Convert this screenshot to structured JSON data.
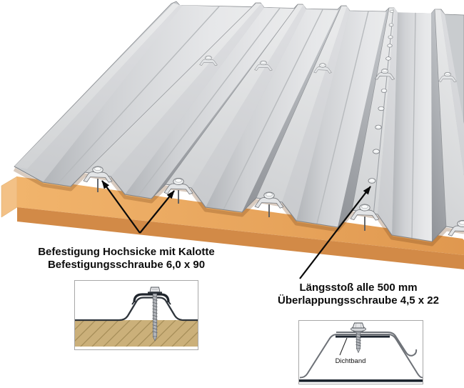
{
  "diagram": {
    "title_context": "Trapezoidal roof sheet fastening diagram",
    "labels": {
      "kalotte_line1": "Befestigung Hochsicke mit Kalotte",
      "kalotte_line2": "Befestigungsschraube 6,0 x 90",
      "seam_line1": "Längsstoß alle 500 mm",
      "seam_line2": "Überlappungsschraube 4,5 x 22"
    },
    "detail_overlap": {
      "sealing_tape_label": "Dichtband"
    },
    "colors": {
      "sheet_light": "#e8e9ea",
      "sheet_mid": "#cdd0d3",
      "sheet_dark": "#8f9297",
      "wood_top": "#eca75f",
      "wood_front": "#d28a47",
      "wood_end": "#f3c186",
      "detail_wood": "#cbb07a",
      "detail_hatch": "#a58d58",
      "profile_line": "#2f353c",
      "seal_navy": "#1c242e",
      "arrow": "#0a0a0a"
    }
  }
}
